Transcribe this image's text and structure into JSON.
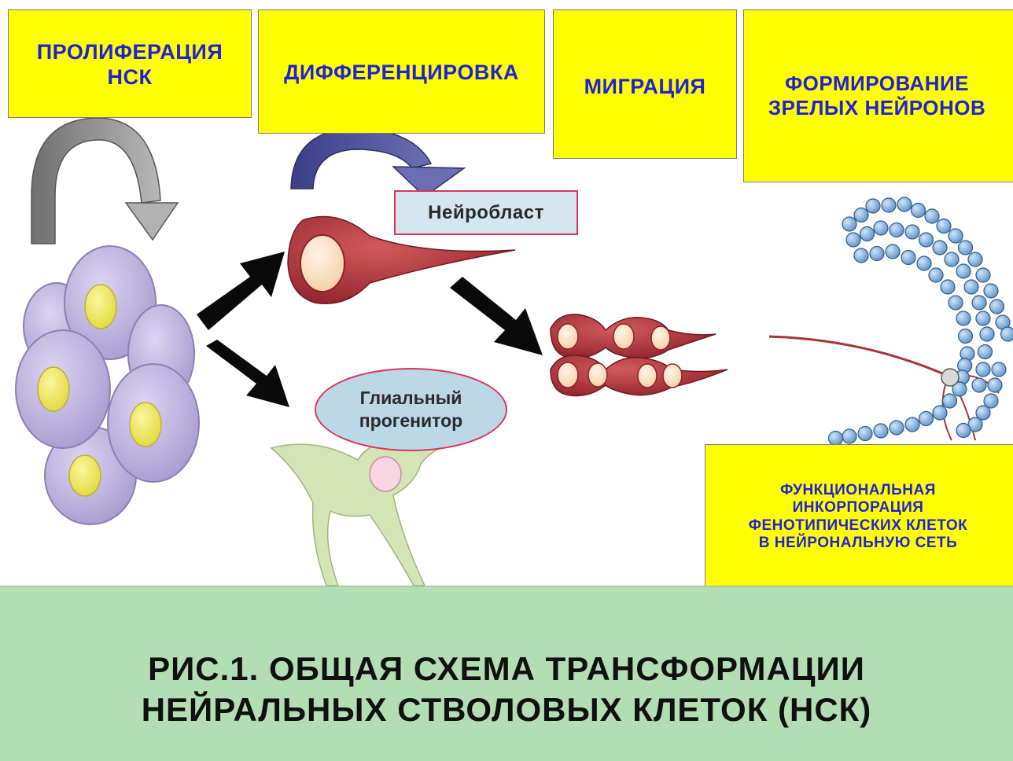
{
  "stages": {
    "proliferation": "ПРОЛИФЕРАЦИЯ\nНСК",
    "differentiation": "ДИФФЕРЕНЦИРОВКА",
    "migration": "МИГРАЦИЯ",
    "maturation": "ФОРМИРОВАНИЕ\nЗРЕЛЫХ НЕЙРОНОВ",
    "incorporation": "ФУНКЦИОНАЛЬНАЯ\nИНКОРПОРАЦИЯ\nФЕНОТИПИЧЕСКИХ КЛЕТОК\nВ НЕЙРОНАЛЬНУЮ СЕТЬ"
  },
  "labels": {
    "neuroblast": "Нейробласт",
    "glial_progenitor": "Глиальный\nпрогенитор"
  },
  "caption": "РИС.1. ОБЩАЯ СХЕМА ТРАНСФОРМАЦИИ\nНЕЙРАЛЬНЫХ СТВОЛОВЫХ КЛЕТОК (НСК)",
  "colors": {
    "stage_box": "#ffff00",
    "stage_text": "#1f23d6",
    "caption_panel": "#b3deb4",
    "neuroblast_cell": "#b0343c",
    "glial_cell": "#d4e4b4",
    "stem_cell": "#c9bde6",
    "network_bead": "#7fb3e3"
  }
}
